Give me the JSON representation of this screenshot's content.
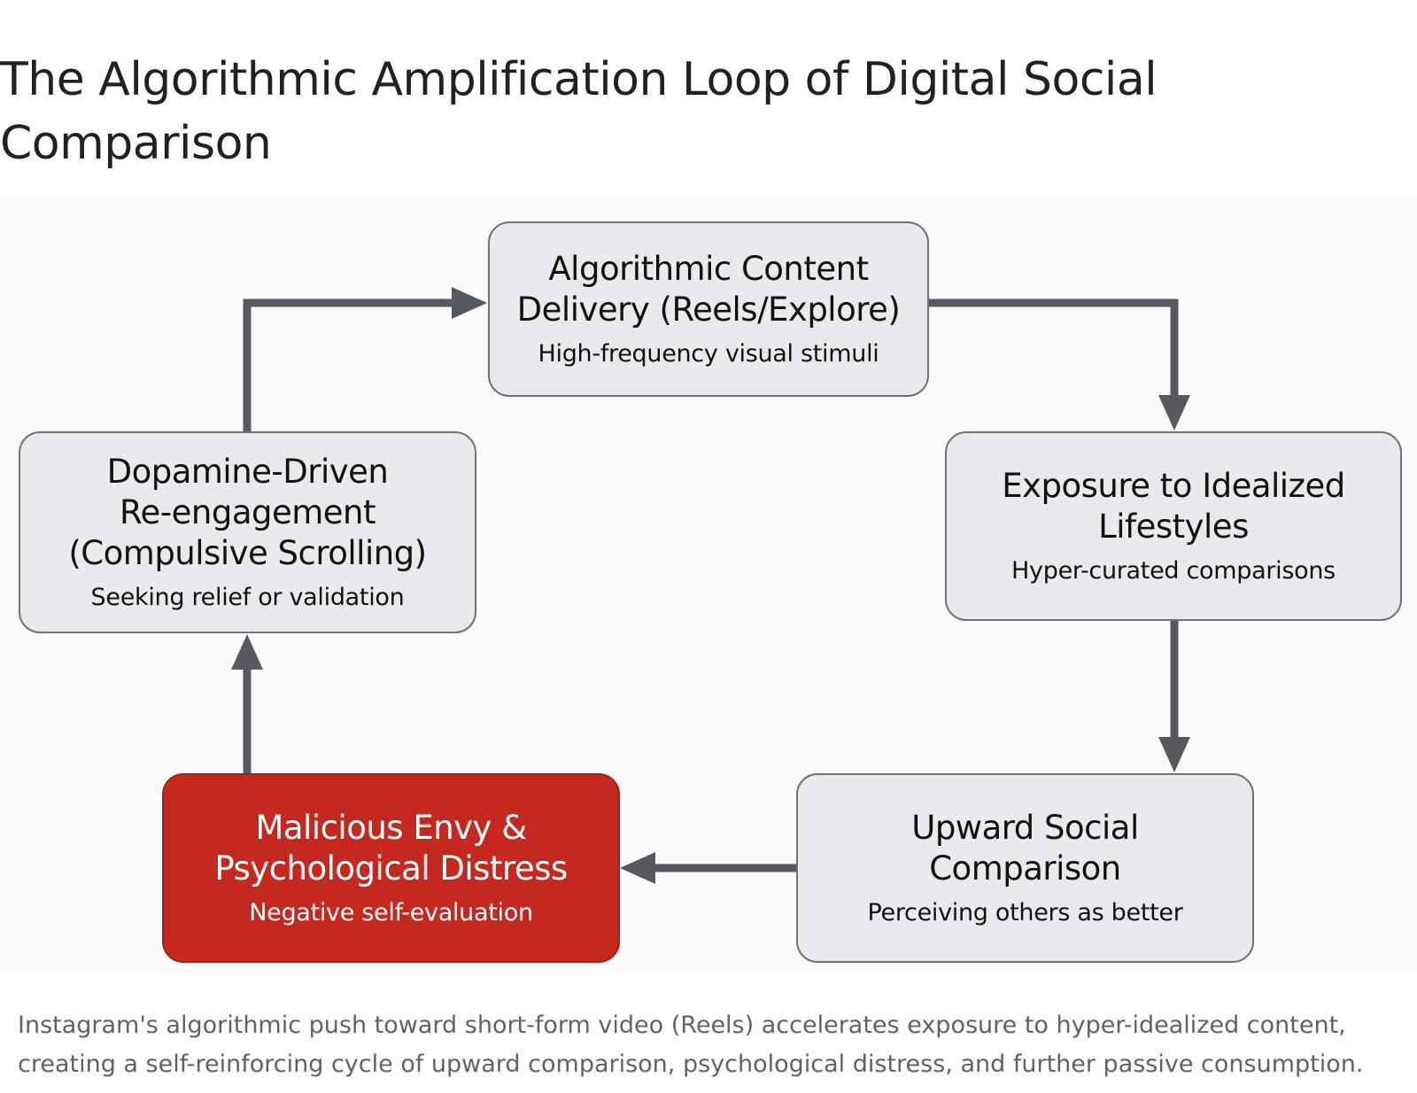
{
  "title": "The Algorithmic Amplification Loop of Digital Social Comparison",
  "nodes": {
    "delivery": {
      "title": "Algorithmic Content\nDelivery (Reels/Explore)",
      "subtitle": "High-frequency visual stimuli"
    },
    "exposure": {
      "title": "Exposure to Idealized\nLifestyles",
      "subtitle": "Hyper-curated comparisons"
    },
    "upward": {
      "title": "Upward Social\nComparison",
      "subtitle": "Perceiving others as better"
    },
    "envy": {
      "title": "Malicious Envy &\nPsychological Distress",
      "subtitle": "Negative self-evaluation"
    },
    "dopamine": {
      "title": "Dopamine-Driven\nRe-engagement\n(Compulsive Scrolling)",
      "subtitle": "Seeking relief or validation"
    }
  },
  "colors": {
    "node_fill": "#e9eaed",
    "node_border": "#6f7378",
    "alert_fill": "#c5281f",
    "arrow": "#555a60",
    "caption_text": "#5f6368"
  },
  "caption": "Instagram's algorithmic push toward short-form video (Reels) accelerates exposure to hyper-idealized content, creating a self-reinforcing cycle of upward comparison, psychological distress, and further passive consumption."
}
